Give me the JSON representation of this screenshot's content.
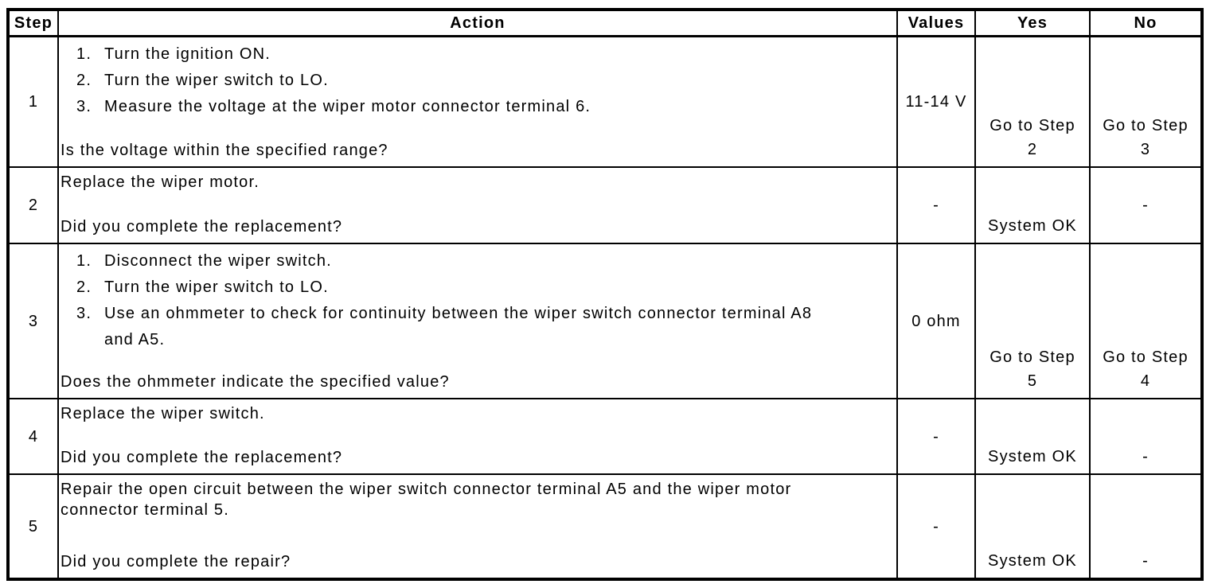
{
  "table": {
    "headers": {
      "step": "Step",
      "action": "Action",
      "values": "Values",
      "yes": "Yes",
      "no": "No"
    },
    "rows": [
      {
        "step": "1",
        "action": {
          "markers": [
            "1.",
            "2.",
            "3."
          ],
          "list": [
            "Turn the ignition ON.",
            "Turn the wiper switch to LO.",
            "Measure the voltage at the wiper motor connector terminal 6."
          ],
          "question": "Is the voltage within the specified range?"
        },
        "values": "11-14 V",
        "yes": "Go to Step\n2",
        "no": "Go to Step\n3"
      },
      {
        "step": "2",
        "action": {
          "statement": "Replace the wiper motor.",
          "question": "Did you complete the replacement?"
        },
        "values": "-",
        "yes": "System OK",
        "no": "-"
      },
      {
        "step": "3",
        "action": {
          "markers": [
            "1.",
            "2.",
            "3."
          ],
          "list": [
            "Disconnect the wiper switch.",
            "Turn the wiper switch to LO.",
            "Use an ohmmeter to check for continuity between the wiper switch connector terminal A8\nand A5."
          ],
          "question": "Does the ohmmeter indicate the specified value?"
        },
        "values": "0 ohm",
        "yes": "Go to Step\n5",
        "no": "Go to Step\n4"
      },
      {
        "step": "4",
        "action": {
          "statement": "Replace the wiper switch.",
          "question": "Did you complete the replacement?"
        },
        "values": "-",
        "yes": "System OK",
        "no": "-"
      },
      {
        "step": "5",
        "action": {
          "statement": "Repair the open circuit between the wiper switch connector terminal A5 and the wiper motor\nconnector terminal 5.",
          "question": "Did you complete the repair?"
        },
        "values": "-",
        "yes": "System OK",
        "no": "-"
      }
    ]
  }
}
